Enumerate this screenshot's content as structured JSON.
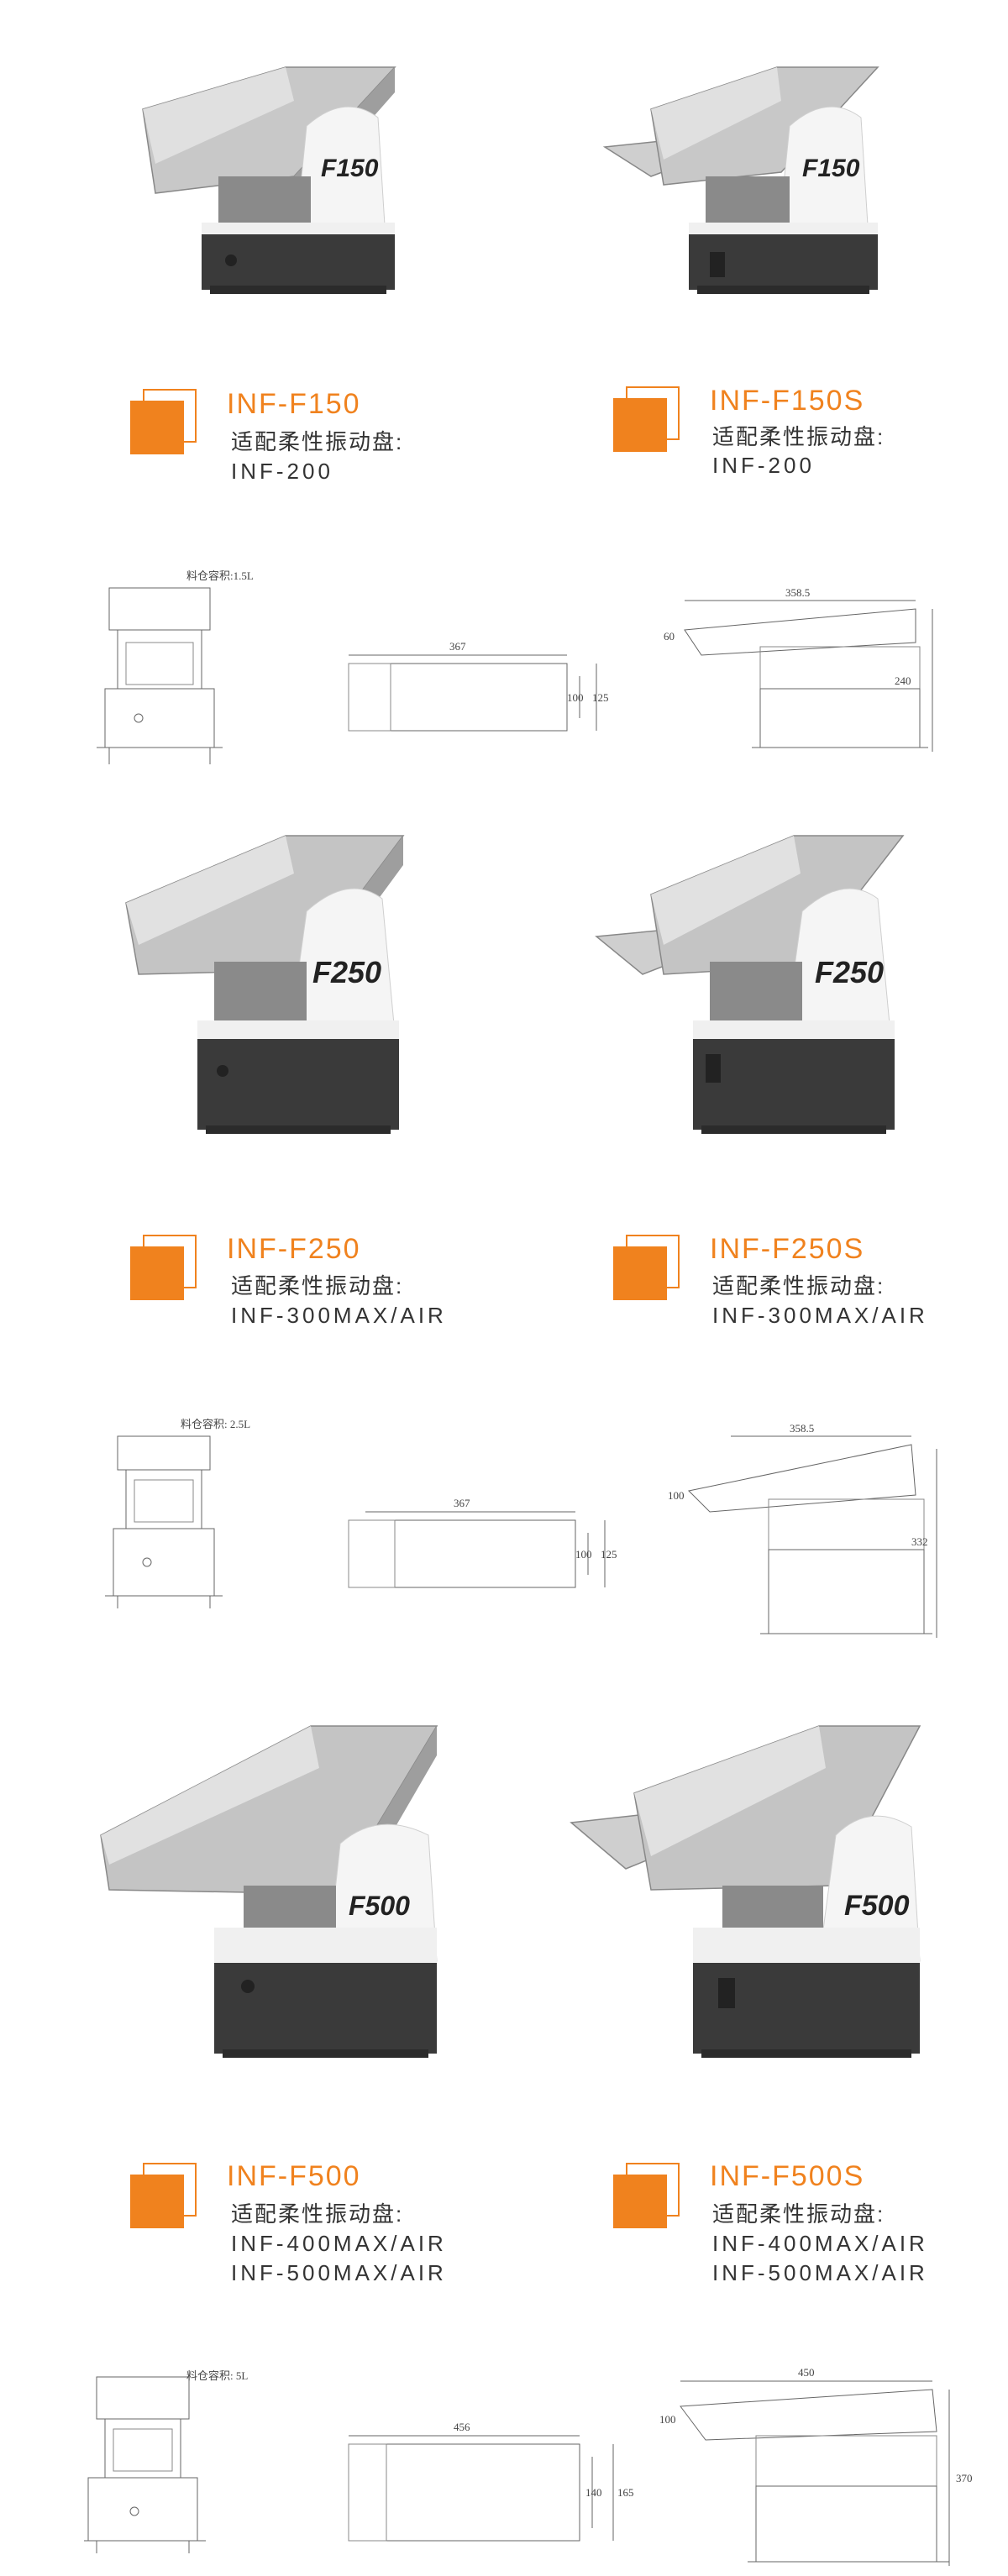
{
  "sections": [
    {
      "left": {
        "model": "INF-F150",
        "label": "适配柔性振动盘:",
        "plates": [
          "INF-200"
        ],
        "badge": "F150"
      },
      "right": {
        "model": "INF-F150S",
        "label": "适配柔性振动盘:",
        "plates": [
          "INF-200"
        ],
        "badge": "F150"
      },
      "drawing": {
        "capacity": "料仓容积:1.5L",
        "top_length": "367",
        "top_width_inner": "100",
        "top_width_outer": "125",
        "side_length": "358.5",
        "side_height_small": "60",
        "side_height": "240"
      }
    },
    {
      "left": {
        "model": "INF-F250",
        "label": "适配柔性振动盘:",
        "plates": [
          "INF-300MAX/AIR"
        ],
        "badge": "F250"
      },
      "right": {
        "model": "INF-F250S",
        "label": "适配柔性振动盘:",
        "plates": [
          "INF-300MAX/AIR"
        ],
        "badge": "F250"
      },
      "drawing": {
        "capacity": "料仓容积: 2.5L",
        "top_length": "367",
        "top_width_inner": "100",
        "top_width_outer": "125",
        "side_length": "358.5",
        "side_height_small": "100",
        "side_height": "332"
      }
    },
    {
      "left": {
        "model": "INF-F500",
        "label": "适配柔性振动盘:",
        "plates": [
          "INF-400MAX/AIR",
          "INF-500MAX/AIR"
        ],
        "badge": "F500"
      },
      "right": {
        "model": "INF-F500S",
        "label": "适配柔性振动盘:",
        "plates": [
          "INF-400MAX/AIR",
          "INF-500MAX/AIR"
        ],
        "badge": "F500"
      },
      "drawing": {
        "capacity": "料仓容积: 5L",
        "top_length": "456",
        "top_width_inner": "140",
        "top_width_outer": "165",
        "side_length": "450",
        "side_height_small": "100",
        "side_height": "370"
      }
    }
  ],
  "colors": {
    "accent": "#f0821e",
    "body_dark": "#3a3a3a",
    "body_white": "#f4f4f4",
    "steel": "#a9a9a9"
  }
}
